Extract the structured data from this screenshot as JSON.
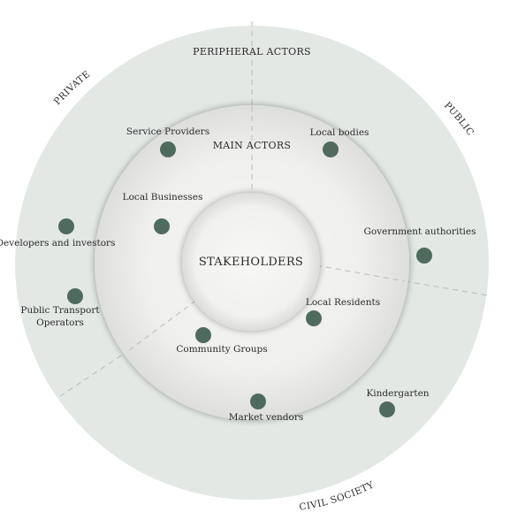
{
  "rings": {
    "outer_label": "PERIPHERAL ACTORS",
    "middle_label": "MAIN ACTORS",
    "center_label": "STAKEHOLDERS"
  },
  "sectors": {
    "private": "PRIVATE",
    "public": "PUBLIC",
    "civil_society": "CIVIL SOCIETY"
  },
  "actors": {
    "service_providers": "Service Providers",
    "local_bodies": "Local bodies",
    "local_businesses": "Local Businesses",
    "developers_investors": "Developers and investors",
    "government_authorities": "Government authorities",
    "public_transport_line1": "Public Transport",
    "public_transport_line2": "Operators",
    "local_residents": "Local Residents",
    "community_groups": "Community Groups",
    "kindergarten": "Kindergarten",
    "market_vendors": "Market vendors"
  },
  "colors": {
    "outer_ring": "#e3e8e5",
    "middle_ring": "#eeeeec",
    "inner_circle": "#f3f3f1",
    "dot": "#4f6b5e",
    "divider": "#b9bdb9",
    "text": "#2b2b2b"
  }
}
